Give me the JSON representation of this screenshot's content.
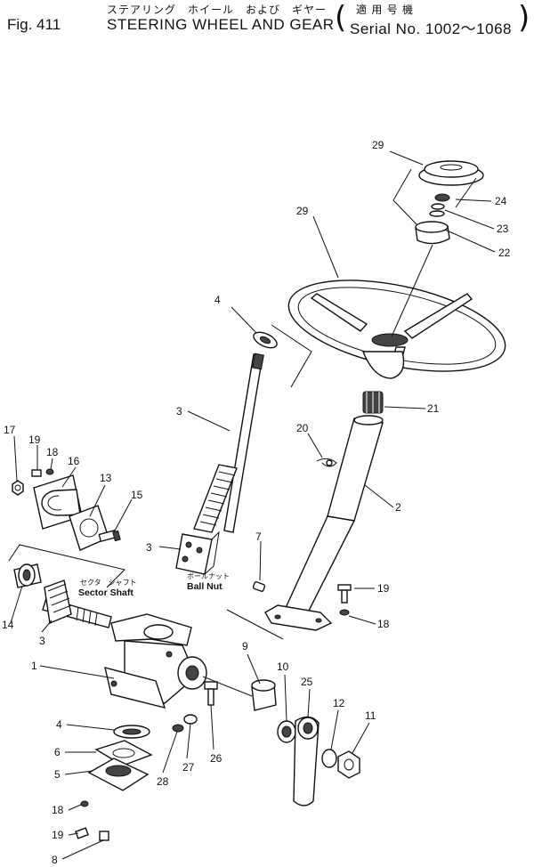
{
  "header": {
    "fig_no": "Fig. 411",
    "title_jp": "ステアリング　ホイール　および　ギヤー",
    "title_en": "STEERING WHEEL AND GEAR",
    "serial_jp": "適 用 号 機",
    "serial_en": "Serial No. 1002～1068"
  },
  "callouts": {
    "p1": "1",
    "p2": "2",
    "p3a": "3",
    "p3b": "3",
    "p3c": "3",
    "p4a": "4",
    "p4b": "4",
    "p5": "5",
    "p6": "6",
    "p7": "7",
    "p8": "8",
    "p9": "9",
    "p10": "10",
    "p11": "11",
    "p12": "12",
    "p13": "13",
    "p14": "14",
    "p15": "15",
    "p16": "16",
    "p17": "17",
    "p18a": "18",
    "p18b": "18",
    "p18c": "18",
    "p19a": "19",
    "p19b": "19",
    "p19c": "19",
    "p20": "20",
    "p21": "21",
    "p22": "22",
    "p23": "23",
    "p24": "24",
    "p25": "25",
    "p26": "26",
    "p27": "27",
    "p28": "28",
    "p29a": "29",
    "p29b": "29"
  },
  "sublabels": {
    "sector_jp": "セクタ　シャフト",
    "sector_en": "Sector Shaft",
    "ballnut_jp": "ボールナット",
    "ballnut_en": "Ball Nut"
  }
}
